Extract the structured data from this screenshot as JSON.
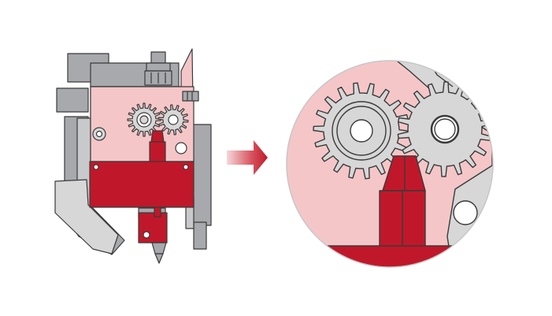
{
  "figure": {
    "left_panel": {
      "name": "extruder-assembly-overview"
    },
    "arrow": {
      "name": "zoom-arrow"
    },
    "right_panel": {
      "name": "gear-detail-magnified"
    }
  },
  "colors": {
    "accent_red": "#c0182a",
    "pink_body": "#f5c6c8",
    "gray_frame": "#a7a9ac",
    "light_gray": "#d7d7d7",
    "outline": "#3a3a3a",
    "white": "#ffffff",
    "arrow_fade_start": "#f6d7d9"
  },
  "icons": {
    "arrow": "right-arrow-icon",
    "gear": "gear-icon"
  }
}
